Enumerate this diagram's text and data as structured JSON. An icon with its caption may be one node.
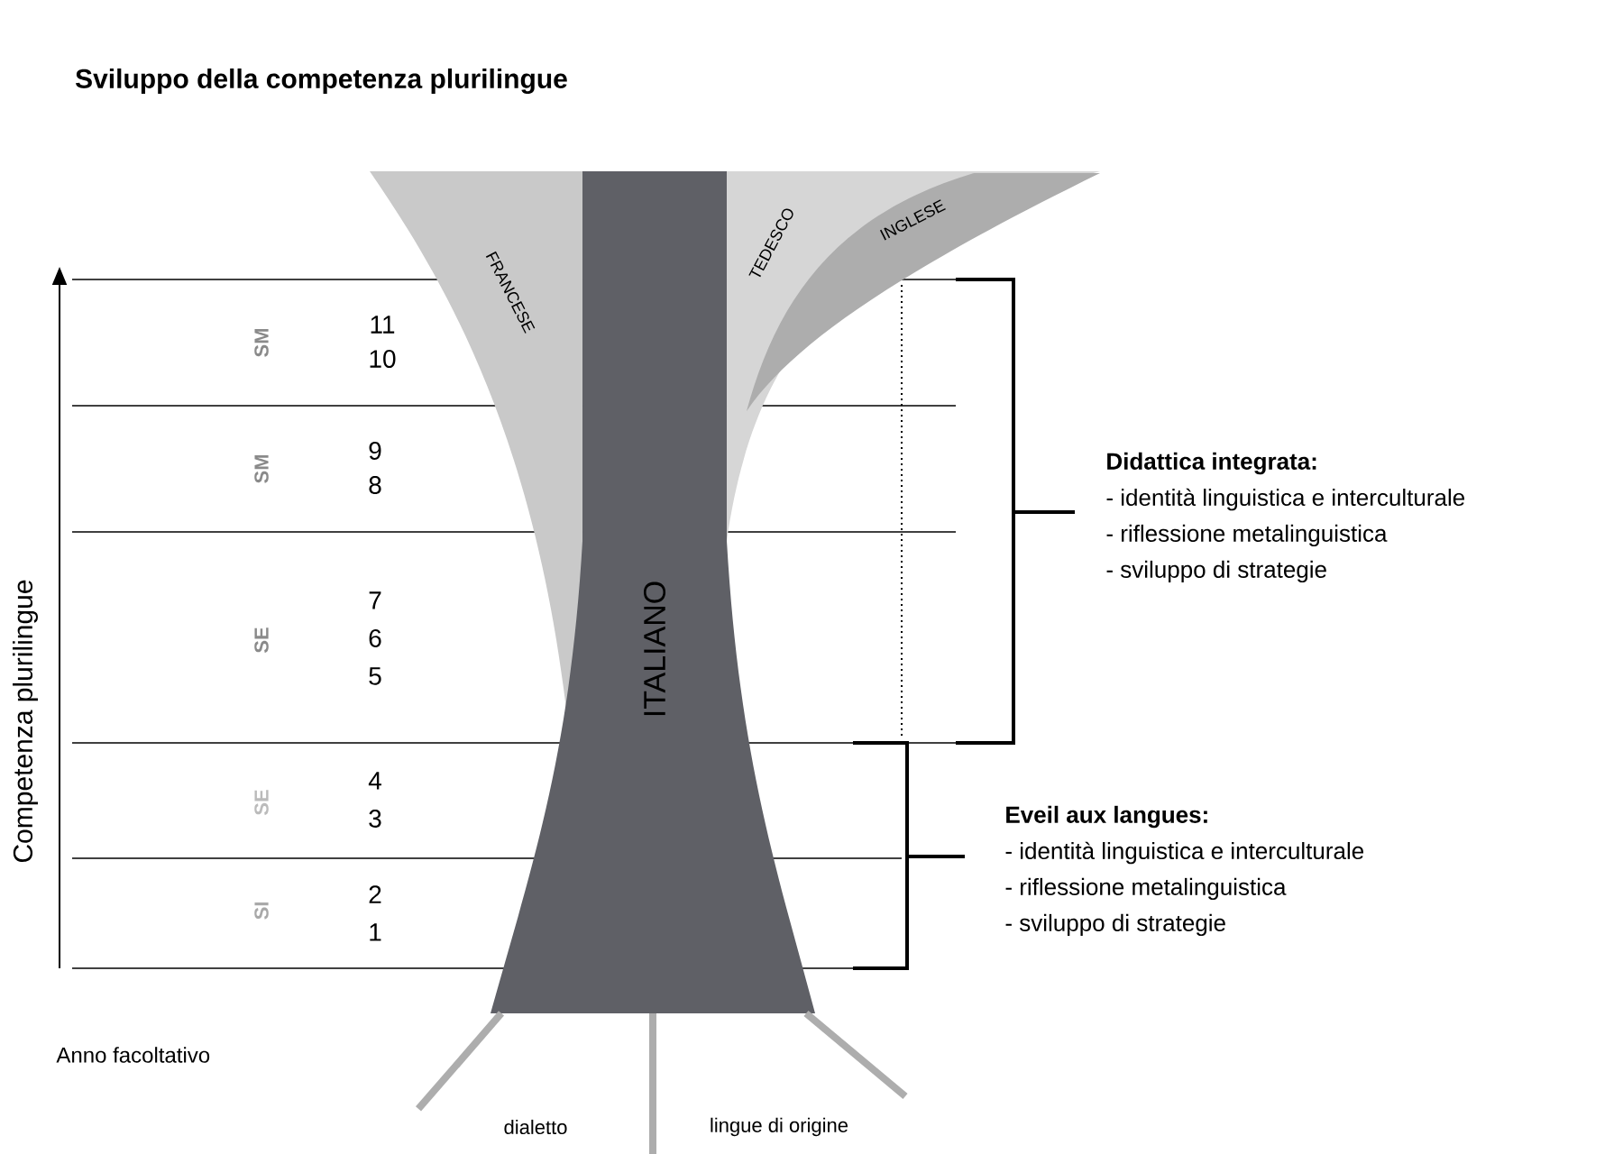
{
  "diagram": {
    "title": "Sviluppo della competenza plurilingue",
    "nodes": [
      {
        "text": [
          "FRANCESE"
        ]
      },
      {
        "text": [
          "ITALIANO"
        ]
      },
      {
        "text": [
          "TEDESCO"
        ]
      },
      {
        "text": [
          "INGLESE"
        ]
      }
    ],
    "labels": [
      "Competenza plurilingue",
      "SM",
      "11",
      "10",
      "SM",
      "9",
      "8",
      "SE",
      "7",
      "6",
      "5",
      "SE",
      "4",
      "3",
      "SI",
      "2",
      "1",
      "Didattica integrata:",
      "- identità linguistica e interculturale",
      "- riflessione metalinguistica",
      "- sviluppo di strategie",
      "Eveil aux langues:",
      "- identità linguistica e interculturale",
      "- riflessione metalinguistica",
      "- sviluppo di strategie",
      "Anno facoltativo",
      "dialetto",
      "lingue di origine"
    ]
  }
}
